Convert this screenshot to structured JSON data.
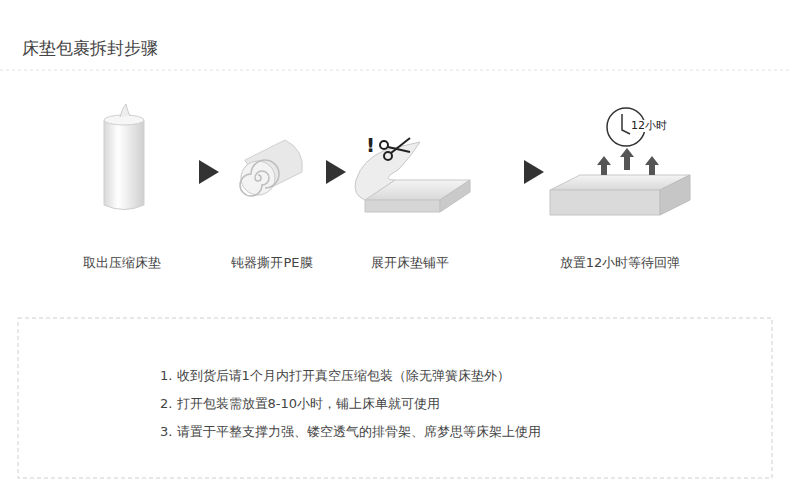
{
  "diagram": {
    "title": "床垫包裹拆封步骤",
    "nodes": [
      {
        "text": [
          "取出压缩床垫"
        ]
      },
      {
        "text": [
          "钝器撕开PE膜"
        ]
      },
      {
        "text": [
          "展开床垫铺平"
        ]
      },
      {
        "text": [
          "放置12小时等待回弹"
        ]
      },
      {
        "text": [
          "1. 收到货后请1个月内打开真空压缩包装（除无弹簧床垫外）",
          "2. 打开包装需放置8-10小时，铺上床单就可使用",
          "3. 请置于平整支撑力强、镂空透气的排骨架、席梦思等床架上使用"
        ]
      }
    ],
    "edges": [
      {
        "from": 0,
        "to": 1,
        "arrow": "to"
      },
      {
        "from": 1,
        "to": 2,
        "arrow": "to"
      },
      {
        "from": 2,
        "to": 3,
        "arrow": "to"
      }
    ],
    "labels": [
      "!",
      "12小时"
    ]
  }
}
